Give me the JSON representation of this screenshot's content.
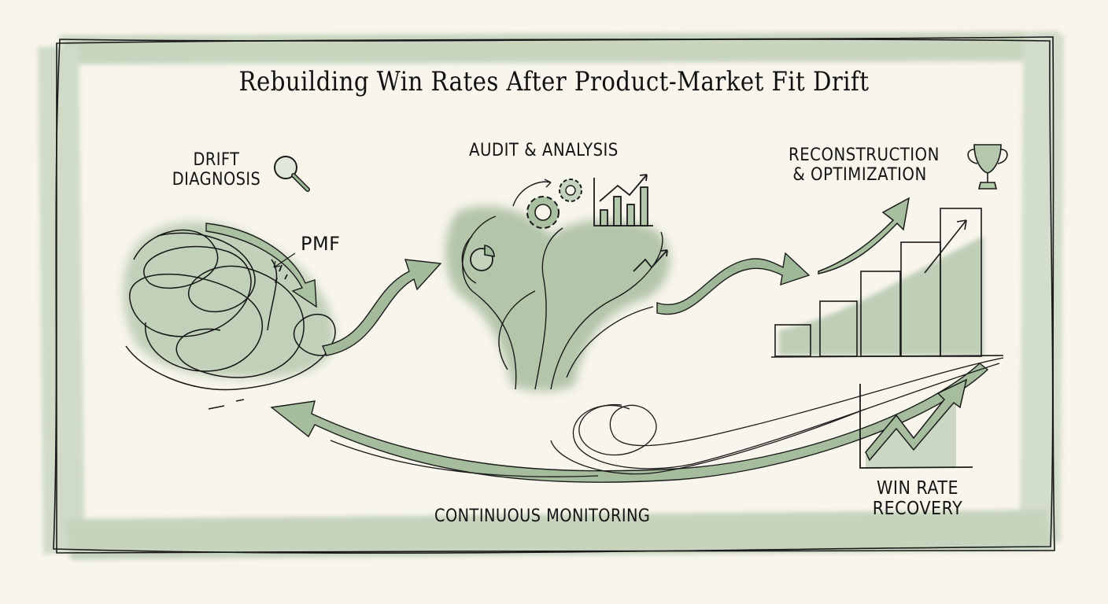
{
  "title": "Rebuilding Win Rates After Product-Market Fit Drift",
  "colors": {
    "background": "#f8f5ec",
    "wash_green": "#9bb594",
    "wash_light": "#c9d8c2",
    "ink": "#141414"
  },
  "stages": [
    {
      "id": "drift",
      "label_line1": "Drift",
      "label_line2": "Diagnosis",
      "icon": "magnifier-icon",
      "callout": "PMF"
    },
    {
      "id": "audit",
      "label": "Audit & Analysis",
      "icons": [
        "gears-icon",
        "bar-chart-icon",
        "pie-chart-icon",
        "trend-line-icon"
      ]
    },
    {
      "id": "reconstruction",
      "label_line1": "Reconstruction",
      "label_line2": "& Optimization",
      "icon": "trophy-icon"
    },
    {
      "id": "recovery",
      "label_line1": "Win Rate",
      "label_line2": "Recovery",
      "icon": "rising-chart-icon"
    }
  ],
  "loop": {
    "label": "Continuous Monitoring"
  }
}
